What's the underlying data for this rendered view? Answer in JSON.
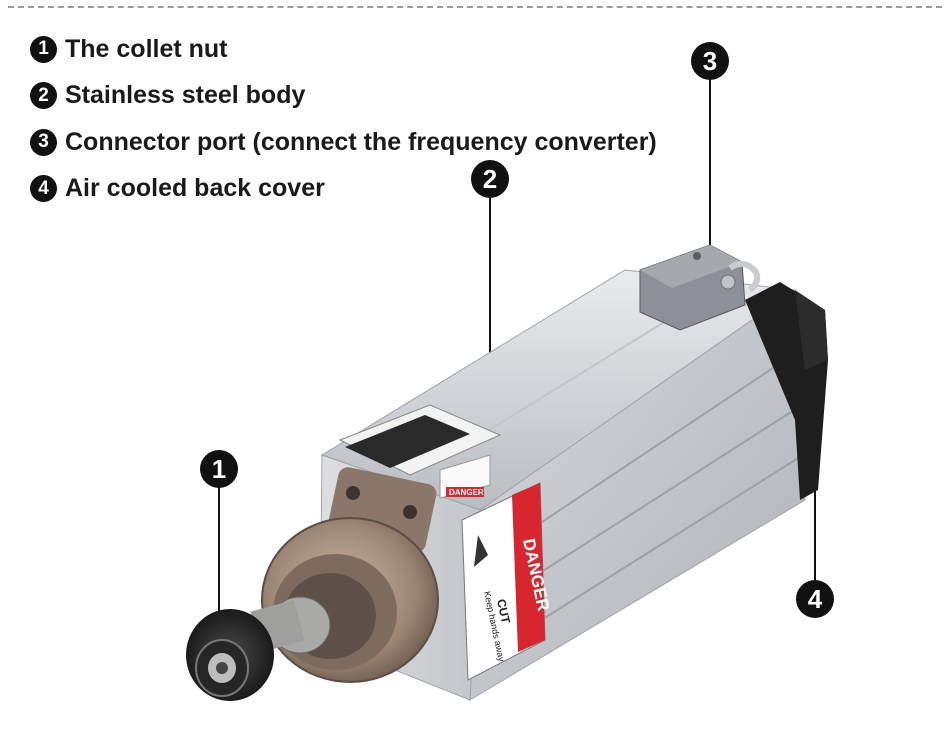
{
  "legend": [
    {
      "number": "1",
      "label": "The collet nut"
    },
    {
      "number": "2",
      "label": "Stainless steel body"
    },
    {
      "number": "3",
      "label": "Connector port (connect the frequency converter)"
    },
    {
      "number": "4",
      "label": "Air cooled back cover"
    }
  ],
  "callouts": {
    "c1": "1",
    "c2": "2",
    "c3": "3",
    "c4": "4"
  },
  "warning_label": {
    "word": "DANGER",
    "subword": "CUT",
    "instruction": "Keep hands away",
    "small_danger": "DANGER"
  },
  "colors": {
    "body": "#c9ccd0",
    "danger_red": "#d7262d",
    "black_cap": "#1e1e1e"
  }
}
